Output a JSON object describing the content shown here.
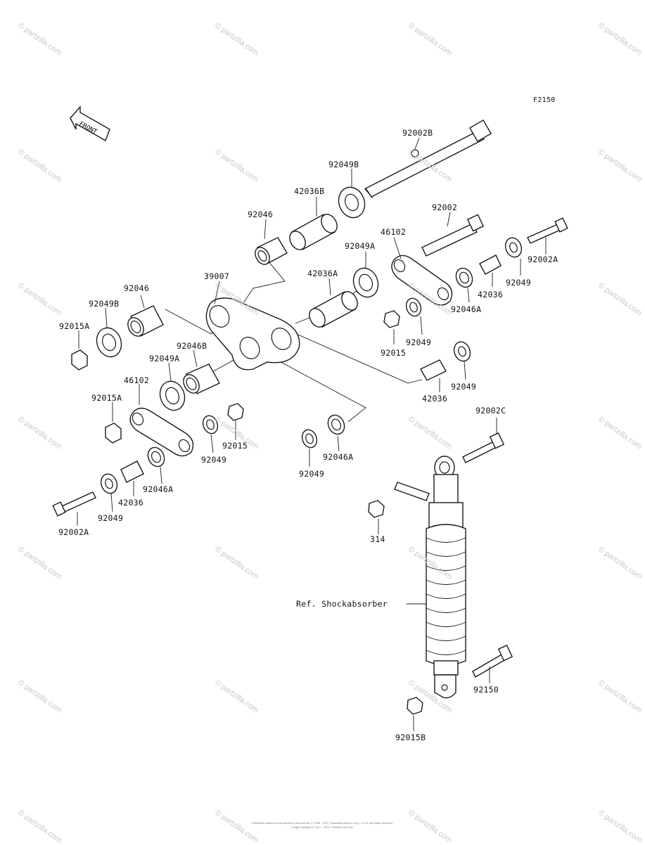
{
  "figure_code": "F2150",
  "front_marker": "FRONT",
  "watermark": "© partzilla.com",
  "ref_label": "Ref. Shockabsorber",
  "copyright_lines": [
    "Kawasaki material is reproduced under license © 1996 - 2017, Kawasaki Motors Corp., U.S.A. All rights reserved.",
    "Image copyright © 2017 - 2021, Partzilla.com, Inc."
  ],
  "part_labels": [
    "92002B",
    "92049B",
    "42036B",
    "92046",
    "92002",
    "46102",
    "92049A",
    "92002A",
    "39007",
    "42036A",
    "92049",
    "42036",
    "92046A",
    "92015",
    "92049",
    "92046",
    "92049B",
    "92015A",
    "92046B",
    "92049A",
    "42036",
    "92049",
    "46102",
    "92015A",
    "92015",
    "92049",
    "92049",
    "92046A",
    "92002C",
    "92046A",
    "42036",
    "92049",
    "92002A",
    "314",
    "92150",
    "92015B"
  ]
}
